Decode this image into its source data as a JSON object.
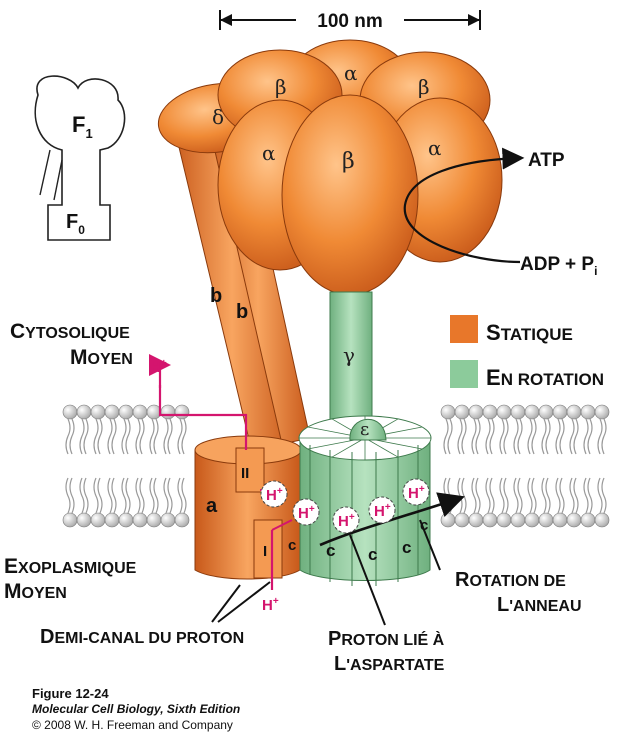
{
  "scale_bar": "100 nm",
  "inset": {
    "f1": "F",
    "f1_sub": "1",
    "f0": "F",
    "f0_sub": "0"
  },
  "subunits": {
    "alpha": "α",
    "beta": "β",
    "delta": "δ",
    "gamma": "γ",
    "epsilon": "ε",
    "b": "b",
    "a": "a",
    "c": "c",
    "channel_upper": "II",
    "channel_lower": "I"
  },
  "products": {
    "atp": "ATP",
    "adp": "ADP + P",
    "adp_sub": "i"
  },
  "proton": {
    "h": "H",
    "plus": "+"
  },
  "legend": {
    "static": "Statique",
    "static_color": "#E8772A",
    "rotating": "En rotation",
    "rotating_color": "#8CCB9B"
  },
  "labels": {
    "cytosolic_1": "Cytosolique",
    "cytosolic_2": "moyen",
    "exoplasmic_1": "Exoplasmique",
    "exoplasmic_2": "moyen",
    "half_channel": "Demi-canal du proton",
    "aspartate_1": "Proton lié à",
    "aspartate_2": "l'aspartate",
    "ring_1": "Rotation de",
    "ring_2": "l'anneau"
  },
  "caption": {
    "figure": "Figure 12-24",
    "book": "Molecular Cell Biology, Sixth Edition",
    "copyright": "© 2008 W. H. Freeman and Company"
  },
  "colors": {
    "orange": "#E8772A",
    "green": "#8CCB9B",
    "proton": "#D4156E"
  }
}
